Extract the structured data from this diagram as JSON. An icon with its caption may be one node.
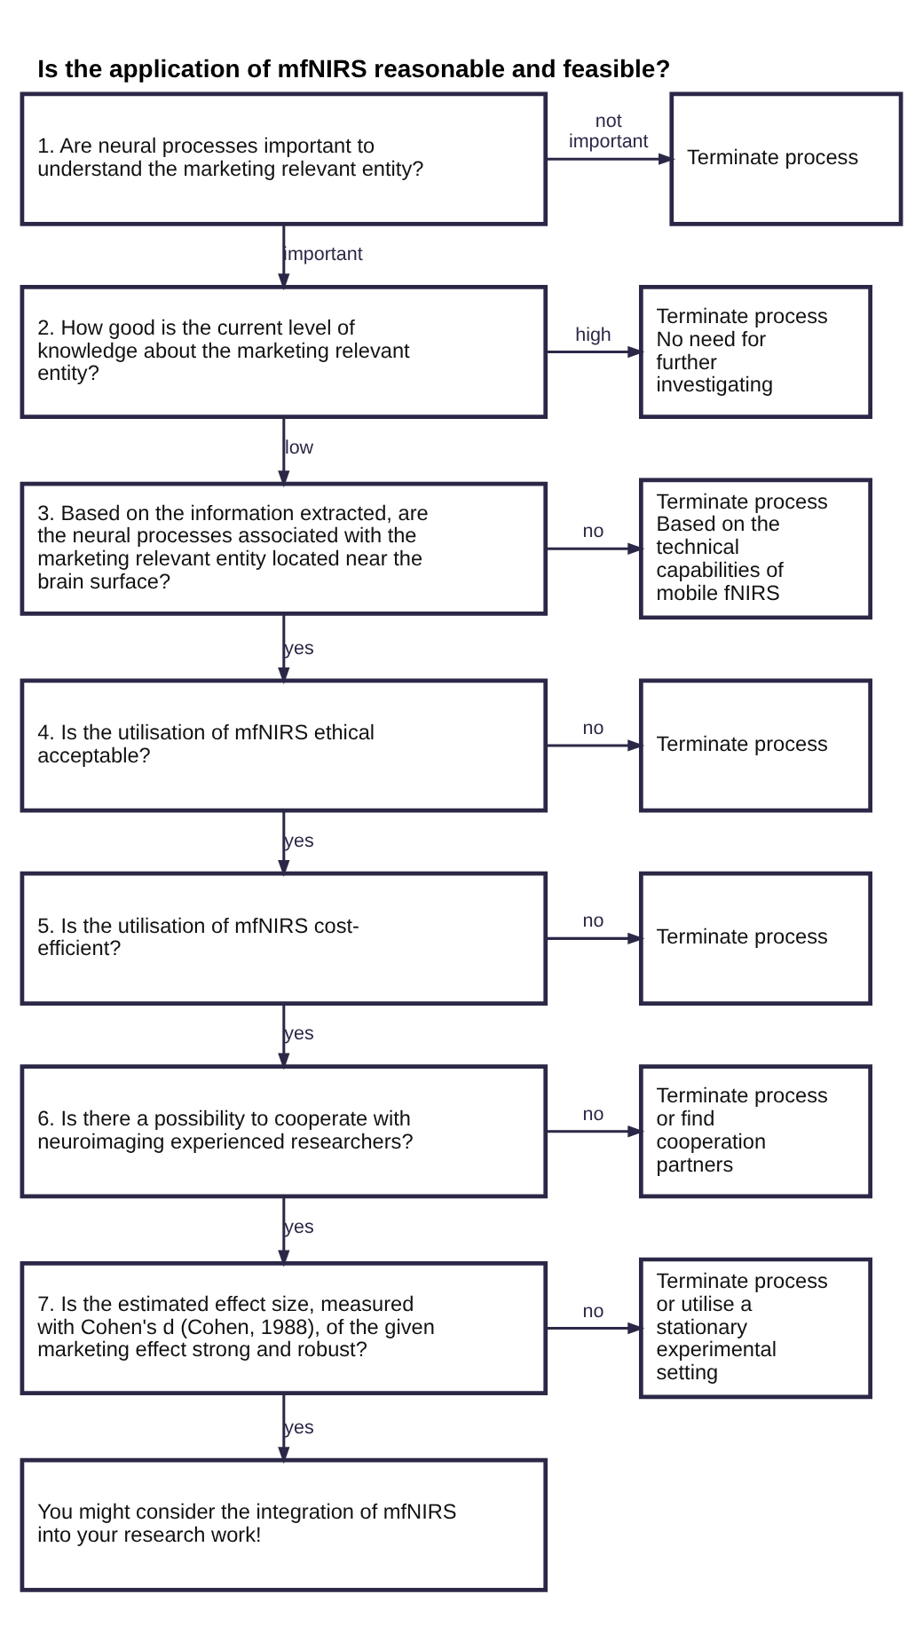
{
  "diagram": {
    "title": "Is the application of mfNIRS reasonable and feasible?",
    "nodes": [
      {
        "text": [
          "1. Are neural processes important to understand the marketing relevant entity?"
        ]
      },
      {
        "text": [
          "Terminate process"
        ]
      },
      {
        "text": [
          "2. How good is the current level of knowledge about the marketing relevant entity?"
        ]
      },
      {
        "text": [
          "Terminate process",
          "No need for further investigating"
        ]
      },
      {
        "text": [
          "3. Based on the information extracted, are the neural processes associated with the marketing relevant entity located near the brain surface?"
        ]
      },
      {
        "text": [
          "Terminate process",
          "Based on the technical capabilities of mobile fNIRS"
        ]
      },
      {
        "text": [
          "4. Is the utilisation of mfNIRS ethical acceptable?"
        ]
      },
      {
        "text": [
          "Terminate process"
        ]
      },
      {
        "text": [
          "5. Is the utilisation of mfNIRS cost-efficient?"
        ]
      },
      {
        "text": [
          "Terminate process"
        ]
      },
      {
        "text": [
          "6. Is there a possibility to cooperate with neuroimaging experienced researchers?"
        ]
      },
      {
        "text": [
          "Terminate process or find cooperation partners"
        ]
      },
      {
        "text": [
          "7. Is the estimated effect size, measured with Cohen's d (Cohen, 1988), of the given marketing effect strong and robust?"
        ]
      },
      {
        "text": [
          "Terminate process or utilise a stationary experimental setting"
        ]
      },
      {
        "text": [
          "You might consider the integration of mfNIRS into your research work!"
        ]
      }
    ],
    "edges": [
      {
        "from": 0,
        "to": 1,
        "arrow": "to",
        "label": "not important"
      },
      {
        "from": 0,
        "to": 2,
        "arrow": "to",
        "label": "important"
      },
      {
        "from": 2,
        "to": 3,
        "arrow": "to",
        "label": "high"
      },
      {
        "from": 2,
        "to": 4,
        "arrow": "to",
        "label": "low"
      },
      {
        "from": 4,
        "to": 5,
        "arrow": "to",
        "label": "no"
      },
      {
        "from": 4,
        "to": 6,
        "arrow": "to",
        "label": "yes"
      },
      {
        "from": 6,
        "to": 7,
        "arrow": "to",
        "label": "no"
      },
      {
        "from": 6,
        "to": 8,
        "arrow": "to",
        "label": "yes"
      },
      {
        "from": 8,
        "to": 9,
        "arrow": "to",
        "label": "no"
      },
      {
        "from": 8,
        "to": 10,
        "arrow": "to",
        "label": "yes"
      },
      {
        "from": 10,
        "to": 11,
        "arrow": "to",
        "label": "no"
      },
      {
        "from": 10,
        "to": 12,
        "arrow": "to",
        "label": "yes"
      },
      {
        "from": 12,
        "to": 13,
        "arrow": "to",
        "label": "no"
      },
      {
        "from": 12,
        "to": 14,
        "arrow": "to",
        "label": "yes"
      }
    ]
  }
}
